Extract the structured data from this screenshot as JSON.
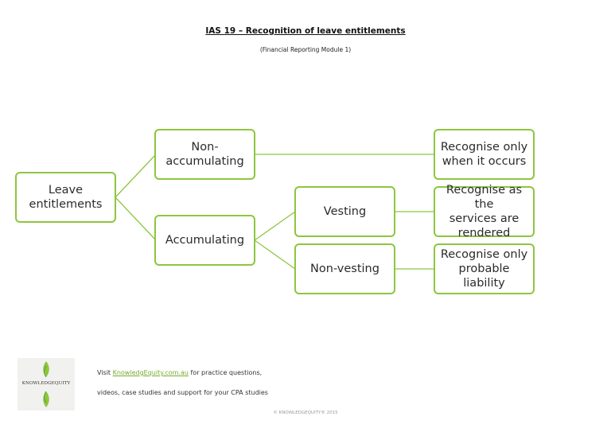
{
  "title": "IAS 19 – Recognition of leave entitlements",
  "subtitle": "(Financial Reporting Module 1)",
  "colors": {
    "node_border": "#8dc63f",
    "connector": "#8dc63f",
    "link": "#7aaa2e"
  },
  "diagram": {
    "root": "Leave\nentitlements",
    "non_accumulating": "Non-\naccumulating",
    "accumulating": "Accumulating",
    "vesting": "Vesting",
    "non_vesting": "Non-vesting",
    "outcome_non_accumulating": "Recognise only\nwhen it occurs",
    "outcome_vesting": "Recognise as the\nservices are\nrendered",
    "outcome_non_vesting": "Recognise only\nprobable liability"
  },
  "footer": {
    "visit_prefix": "Visit ",
    "link_text": "KnowledgEquity.com.au",
    "visit_suffix": " for practice questions,",
    "line2": "videos, case studies and support for your CPA studies",
    "copyright": "© KNOWLEDGEQUITY® 2015",
    "logo_text": "KNOWLEDGEQUITY",
    "logo_icon": "leaf-icon"
  }
}
